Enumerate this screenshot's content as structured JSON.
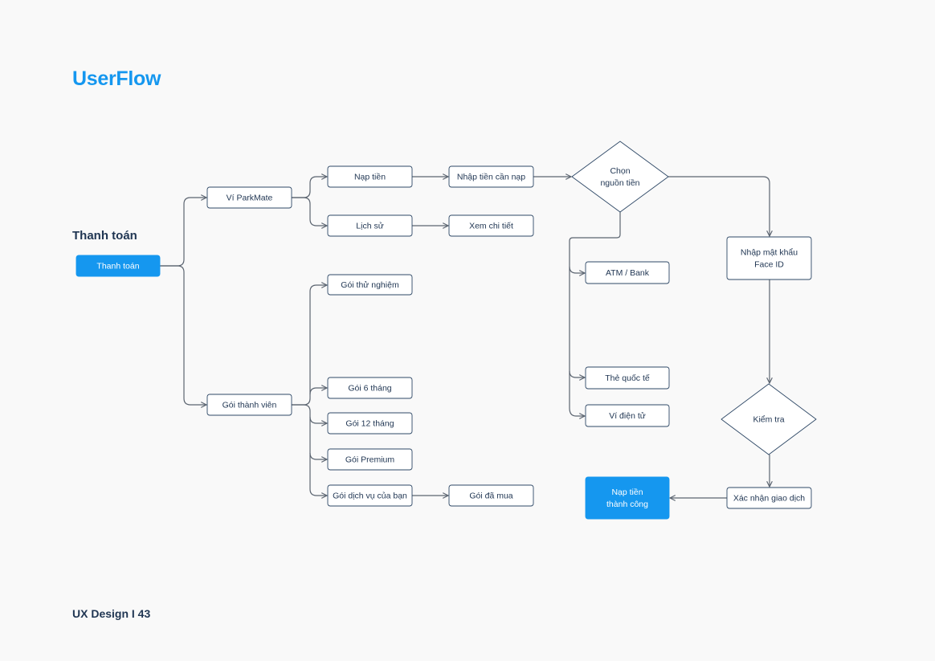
{
  "page": {
    "title": "UserFlow",
    "section_title": "Thanh toán",
    "footer": "UX Design I 43"
  },
  "colors": {
    "accent": "#1597ef",
    "text": "#1f3552",
    "stroke": "#2e4866",
    "edge": "#5b6470",
    "background": "#f9f9f9"
  },
  "nodes": {
    "start": {
      "lines": [
        "Thanh toán"
      ]
    },
    "wallet": {
      "lines": [
        "Ví ParkMate"
      ]
    },
    "membership": {
      "lines": [
        "Gói thành viên"
      ]
    },
    "topup": {
      "lines": [
        "Nạp tiền"
      ]
    },
    "history": {
      "lines": [
        "Lịch sử"
      ]
    },
    "enter_amount": {
      "lines": [
        "Nhập tiền cần nạp"
      ]
    },
    "view_detail": {
      "lines": [
        "Xem chi tiết"
      ]
    },
    "choose_source": {
      "lines": [
        "Chọn",
        "nguồn tiền"
      ]
    },
    "atm_bank": {
      "lines": [
        "ATM / Bank"
      ]
    },
    "intl_card": {
      "lines": [
        "Thẻ quốc tế"
      ]
    },
    "e_wallet": {
      "lines": [
        "Ví điện tử"
      ]
    },
    "password": {
      "lines": [
        "Nhập mật khẩu",
        "Face ID"
      ]
    },
    "check": {
      "lines": [
        "Kiểm tra"
      ]
    },
    "confirm": {
      "lines": [
        "Xác nhận giao dịch"
      ]
    },
    "success": {
      "lines": [
        "Nạp tiền",
        "thành công"
      ]
    },
    "trial": {
      "lines": [
        "Gói thử nghiệm"
      ]
    },
    "six_month": {
      "lines": [
        "Gói 6 tháng"
      ]
    },
    "twelve_month": {
      "lines": [
        "Gói 12 tháng"
      ]
    },
    "premium": {
      "lines": [
        "Gói Premium"
      ]
    },
    "your_services": {
      "lines": [
        "Gói dịch vụ của bạn"
      ]
    },
    "purchased": {
      "lines": [
        "Gói đã mua"
      ]
    }
  }
}
